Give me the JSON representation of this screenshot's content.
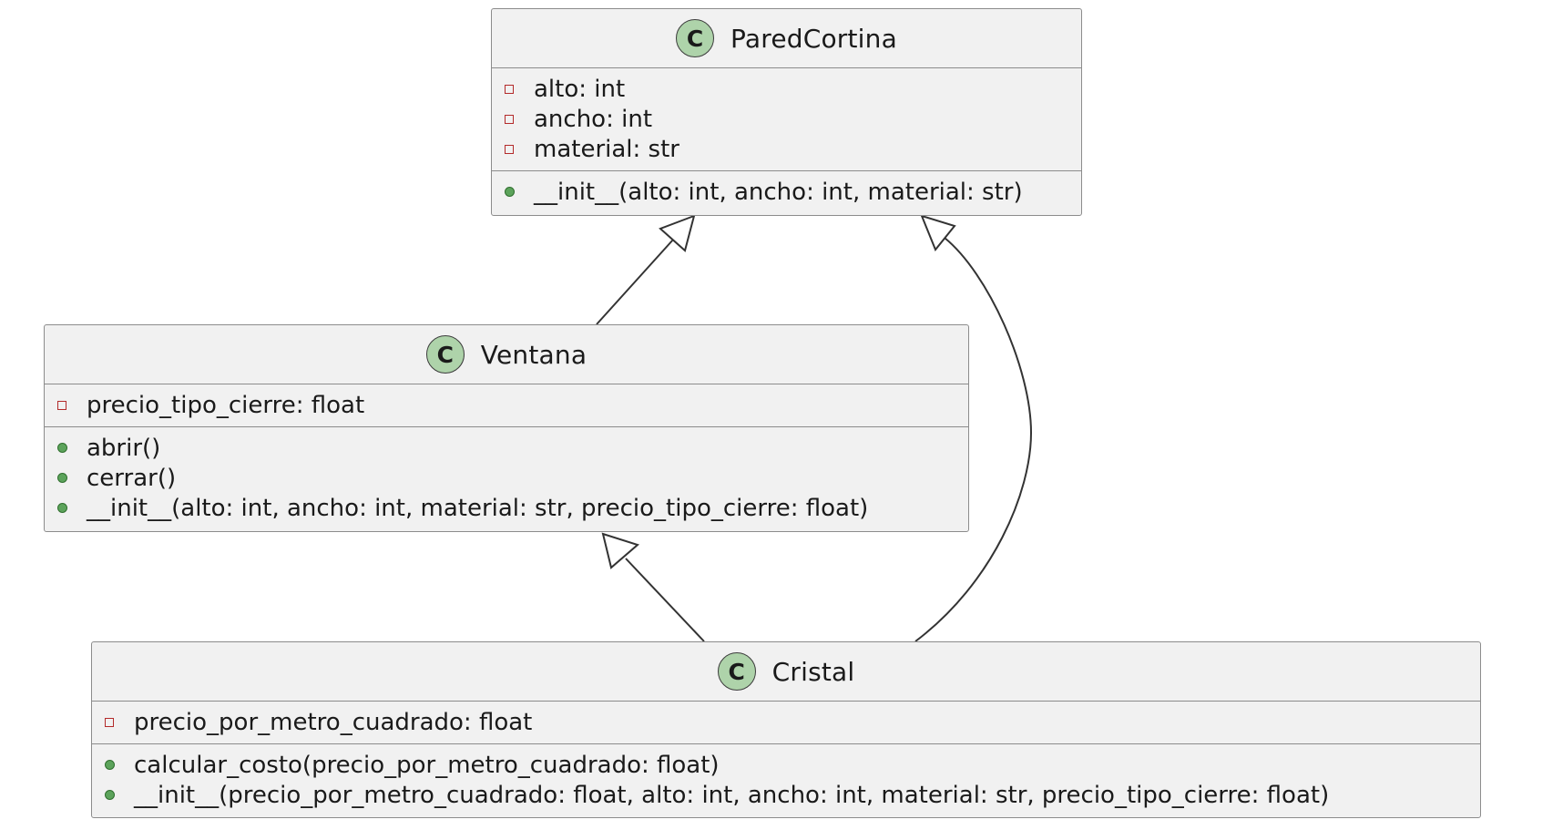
{
  "diagram": {
    "type": "uml-class-diagram",
    "colors": {
      "class_fill": "#f1f1f1",
      "class_border": "#8c8c8c",
      "badge_fill": "#aed3aa",
      "private_marker": "#b32a2a",
      "public_marker": "#5ca35b",
      "edge": "#333333"
    },
    "classes": {
      "pared_cortina": {
        "stereotype_letter": "C",
        "name": "ParedCortina",
        "attributes": [
          {
            "visibility": "private",
            "text": "alto: int"
          },
          {
            "visibility": "private",
            "text": "ancho: int"
          },
          {
            "visibility": "private",
            "text": "material: str"
          }
        ],
        "methods": [
          {
            "visibility": "public",
            "text": "__init__(alto: int, ancho: int, material: str)"
          }
        ]
      },
      "ventana": {
        "stereotype_letter": "C",
        "name": "Ventana",
        "attributes": [
          {
            "visibility": "private",
            "text": "precio_tipo_cierre: float"
          }
        ],
        "methods": [
          {
            "visibility": "public",
            "text": "abrir()"
          },
          {
            "visibility": "public",
            "text": "cerrar()"
          },
          {
            "visibility": "public",
            "text": "__init__(alto: int, ancho: int, material: str, precio_tipo_cierre: float)"
          }
        ]
      },
      "cristal": {
        "stereotype_letter": "C",
        "name": "Cristal",
        "attributes": [
          {
            "visibility": "private",
            "text": "precio_por_metro_cuadrado: float"
          }
        ],
        "methods": [
          {
            "visibility": "public",
            "text": "calcular_costo(precio_por_metro_cuadrado: float)"
          },
          {
            "visibility": "public",
            "text": "__init__(precio_por_metro_cuadrado: float, alto: int, ancho: int, material: str, precio_tipo_cierre: float)"
          }
        ]
      }
    },
    "relations": [
      {
        "type": "inheritance",
        "from": "Ventana",
        "to": "ParedCortina"
      },
      {
        "type": "inheritance",
        "from": "Cristal",
        "to": "ParedCortina"
      },
      {
        "type": "inheritance",
        "from": "Cristal",
        "to": "Ventana"
      }
    ]
  }
}
